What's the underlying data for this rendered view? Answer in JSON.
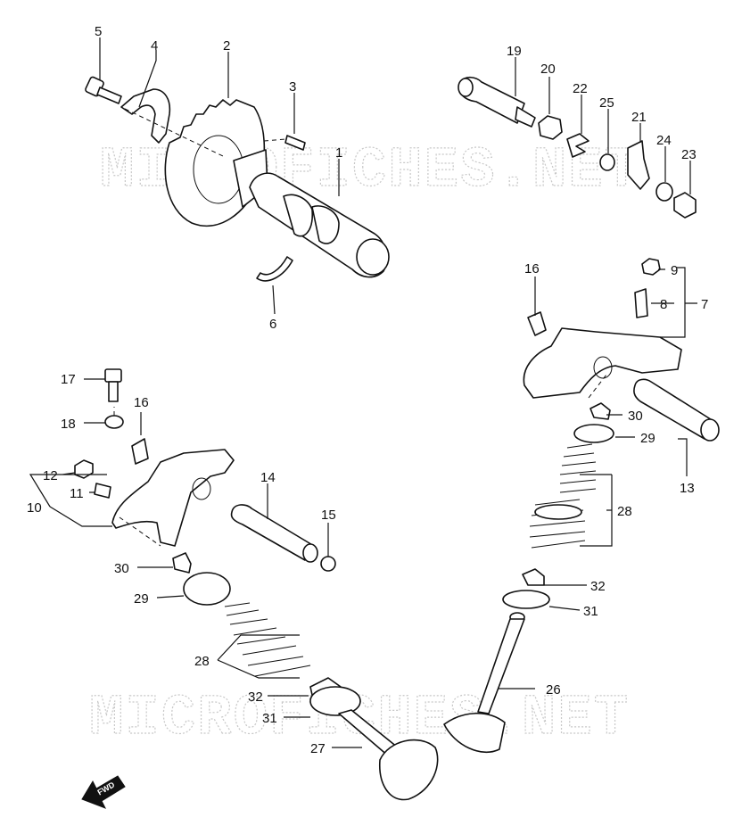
{
  "watermark": "MICROFICHES.NET",
  "direction_label": "FWD",
  "callouts": {
    "c1": "1",
    "c2": "2",
    "c3": "3",
    "c4": "4",
    "c5": "5",
    "c6": "6",
    "c7": "7",
    "c8": "8",
    "c9": "9",
    "c10": "10",
    "c11": "11",
    "c12": "12",
    "c13": "13",
    "c14": "14",
    "c15": "15",
    "c16a": "16",
    "c16b": "16",
    "c17": "17",
    "c18": "18",
    "c19": "19",
    "c20": "20",
    "c21": "21",
    "c22": "22",
    "c23": "23",
    "c24": "24",
    "c25": "25",
    "c26": "26",
    "c27": "27",
    "c28a": "28",
    "c28b": "28",
    "c29a": "29",
    "c29b": "29",
    "c30a": "30",
    "c30b": "30",
    "c31a": "31",
    "c31b": "31",
    "c32a": "32",
    "c32b": "32"
  }
}
